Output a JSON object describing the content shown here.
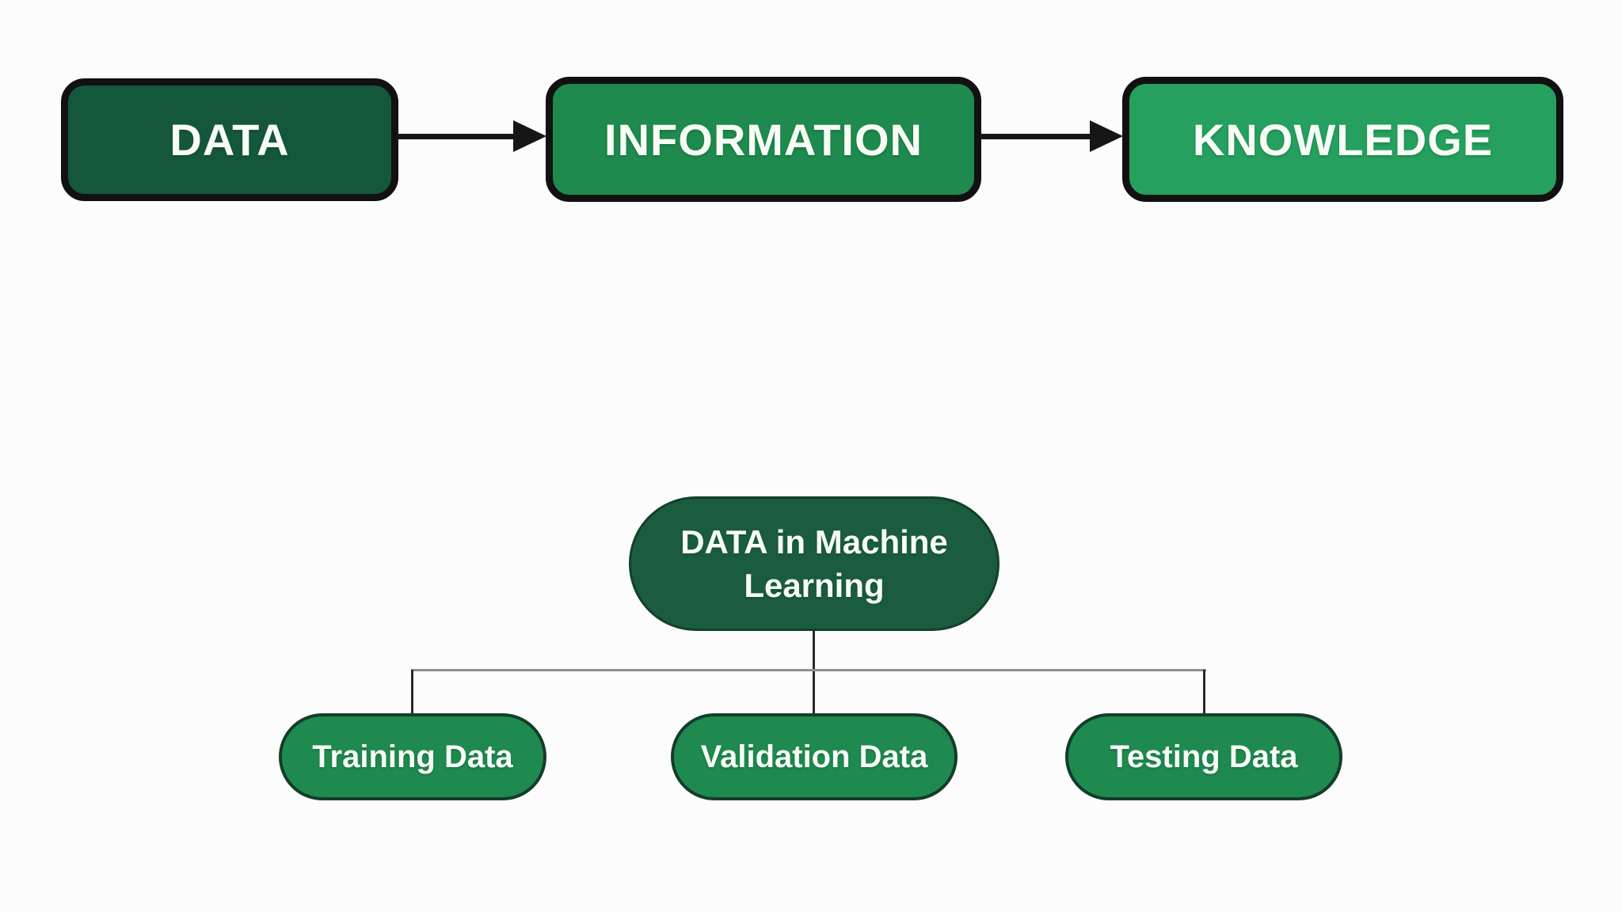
{
  "background": "#fcfcfc",
  "text_color": "#f7fcf7",
  "flow": {
    "nodes": [
      {
        "id": "data",
        "label": "DATA",
        "fill": "#15573a"
      },
      {
        "id": "information",
        "label": "INFORMATION",
        "fill": "#1e8a4d"
      },
      {
        "id": "knowledge",
        "label": "KNOWLEDGE",
        "fill": "#26a05e"
      }
    ],
    "border_color": "#111111",
    "arrow_color": "#161616"
  },
  "tree": {
    "root": {
      "label": "DATA in Machine Learning",
      "fill": "#1b5c3f",
      "border": "#12402b"
    },
    "children": [
      {
        "id": "training",
        "label": "Training Data",
        "fill": "#1f8a50",
        "border": "#143d29"
      },
      {
        "id": "validation",
        "label": "Validation Data",
        "fill": "#1f8a50",
        "border": "#143d29"
      },
      {
        "id": "testing",
        "label": "Testing Data",
        "fill": "#1f8a50",
        "border": "#143d29"
      }
    ],
    "connector_gray": "#8f8f8f",
    "connector_dark": "#2b2b2b"
  }
}
